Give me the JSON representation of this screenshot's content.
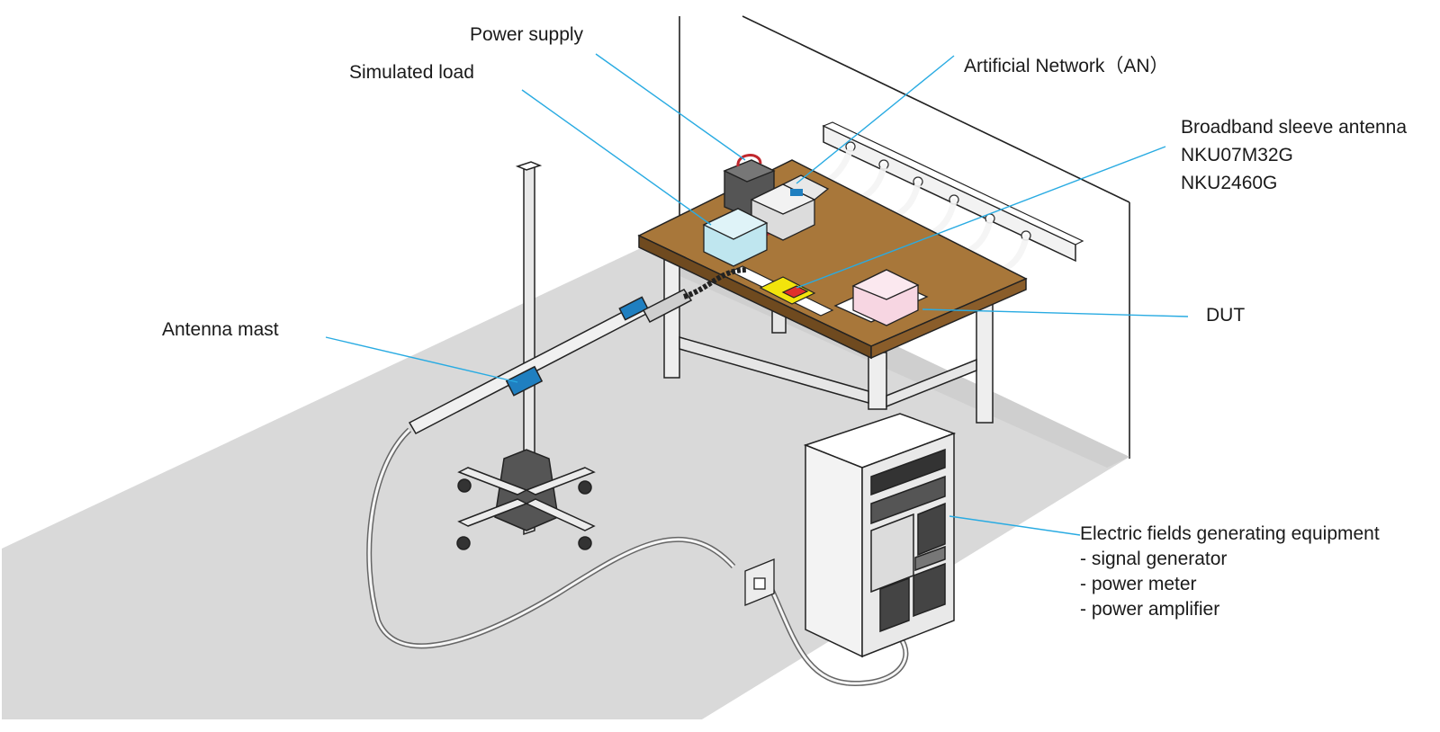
{
  "labels": {
    "power_supply": "Power supply",
    "simulated_load": "Simulated load",
    "artificial_network": "Artificial Network（AN）",
    "antenna": {
      "title": "Broadband sleeve antenna",
      "models": [
        "NKU07M32G",
        "NKU2460G"
      ]
    },
    "dut": "DUT",
    "antenna_mast": "Antenna mast",
    "equipment": {
      "title": "Electric fields generating equipment",
      "items": [
        "- signal generator",
        "- power meter",
        "- power amplifier"
      ]
    }
  },
  "colors": {
    "leader_line": "#29abe2",
    "floor": "#d9d9d9",
    "table_top": "#a8773a",
    "simulated_load": "#bfe6ef",
    "dut": "#f7d6e2",
    "antenna_clamp": "#1f7fc0",
    "antenna_body": "#f2e40c"
  }
}
